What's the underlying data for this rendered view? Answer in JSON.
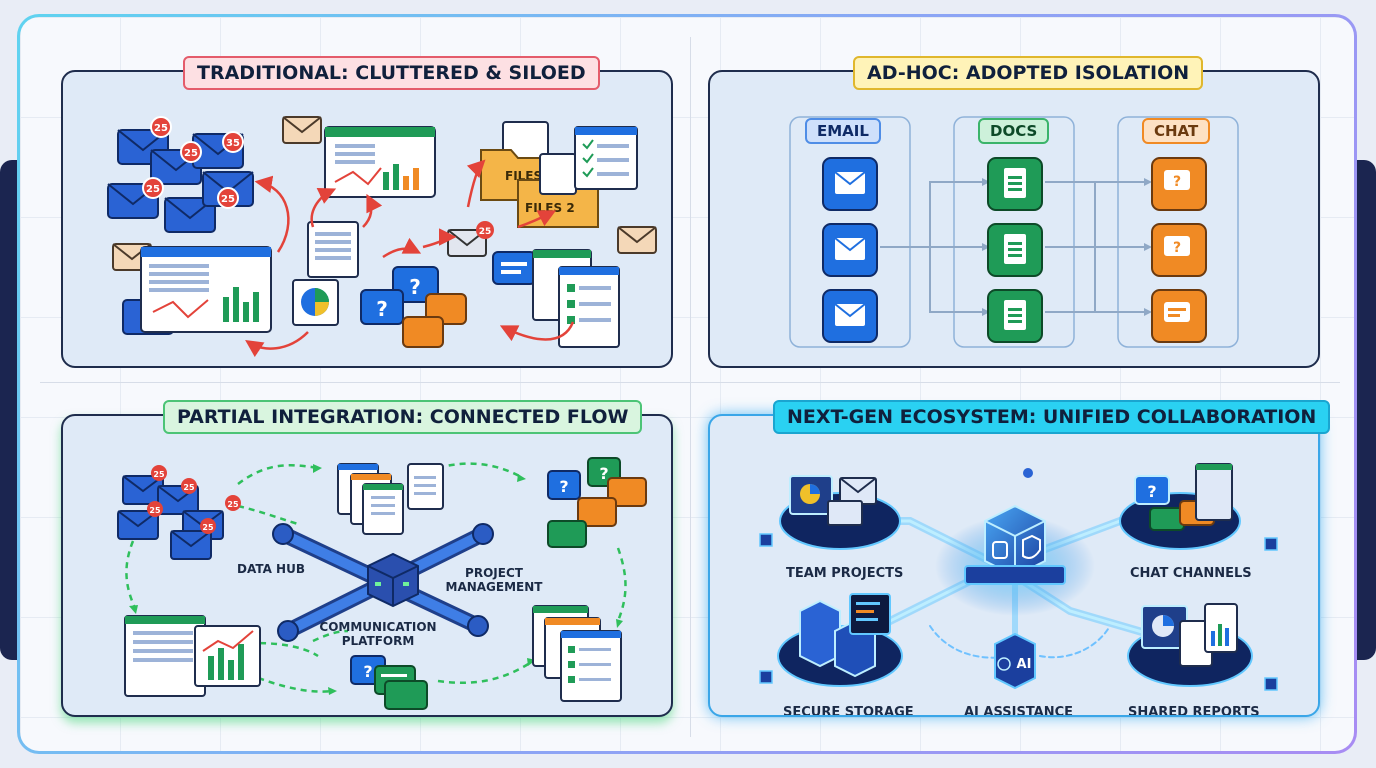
{
  "panels": {
    "traditional": {
      "title": "TRADITIONAL: CLUTTERED & SILOED",
      "badge": "25",
      "badge_alt": "35",
      "file_a": "FILES 1",
      "file_b": "FILES 2"
    },
    "adhoc": {
      "title": "AD-HOC: ADOPTED ISOLATION",
      "columns": [
        "EMAIL",
        "DOCS",
        "CHAT"
      ]
    },
    "partial": {
      "title": "PARTIAL INTEGRATION: CONNECTED FLOW",
      "badge": "25",
      "hub_labels": {
        "data_hub": "DATA HUB",
        "project_management": "PROJECT MANAGEMENT",
        "communication_platform": "COMMUNICATION PLATFORM"
      }
    },
    "nextgen": {
      "title": "NEXT-GEN ECOSYSTEM: UNIFIED COLLABORATION",
      "nodes": {
        "team_projects": "TEAM PROJECTS",
        "chat_channels": "CHAT CHANNELS",
        "secure_storage": "SECURE STORAGE",
        "ai_assistance": "AI ASSISTANCE",
        "shared_reports": "SHARED REPORTS"
      },
      "ai_chip": "AI"
    }
  },
  "colors": {
    "email": "#1f6fe0",
    "docs": "#1f9b57",
    "chat": "#f08a24",
    "red_arrow": "#e3433a",
    "green_arrow": "#2fbf5c",
    "glow": "#2ea8f0"
  }
}
